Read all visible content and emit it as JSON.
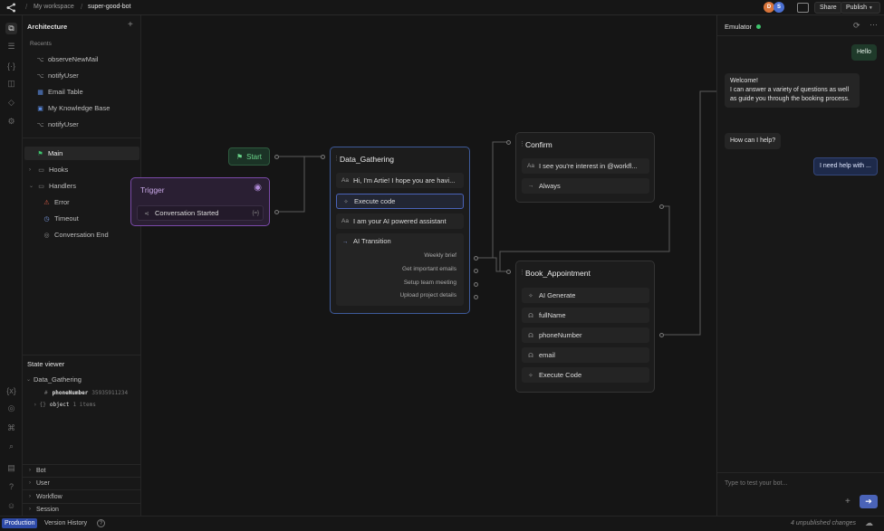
{
  "topbar": {
    "workspace": "My workspace",
    "bot_name": "super-good-bot",
    "avatars": [
      {
        "initial": "D",
        "color": "#d8743a"
      },
      {
        "initial": "S",
        "color": "#4a6fd1"
      }
    ],
    "share_label": "Share",
    "publish_label": "Publish"
  },
  "sidebar": {
    "title": "Architecture",
    "recents_label": "Recents",
    "recents": [
      {
        "label": "observeNewMail",
        "icon": "workflow-icon"
      },
      {
        "label": "notifyUser",
        "icon": "workflow-icon"
      },
      {
        "label": "Email Table",
        "icon": "table-icon"
      },
      {
        "label": "My Knowledge Base",
        "icon": "book-icon"
      },
      {
        "label": "notifyUser",
        "icon": "workflow-icon"
      }
    ],
    "tree": [
      {
        "label": "Main",
        "icon": "flag-icon"
      },
      {
        "label": "Hooks",
        "icon": "folder-icon"
      },
      {
        "label": "Handlers",
        "icon": "folder-icon"
      },
      {
        "label": "Error",
        "icon": "warning-icon"
      },
      {
        "label": "Timeout",
        "icon": "clock-icon"
      },
      {
        "label": "Conversation End",
        "icon": "end-icon"
      }
    ],
    "state_viewer": {
      "title": "State viewer",
      "node": "Data_Gathering",
      "var_name": "phoneNumber",
      "var_value": "35935911234",
      "obj_name": "object",
      "obj_count": "1 items"
    },
    "sections": [
      "Bot",
      "User",
      "Workflow",
      "Session"
    ]
  },
  "canvas": {
    "start_label": "Start",
    "trigger": {
      "title": "Trigger",
      "card": "Conversation Started",
      "badge": "{=}"
    },
    "data_gathering": {
      "title": "Data_Gathering",
      "cards": [
        "Hi, I'm Artie! I hope you are havi...",
        "Execute code",
        "I am your AI powered assistant",
        "AI Transition"
      ],
      "transitions": [
        "Weekly brief",
        "Get important emails",
        "Setup team meeting",
        "Upload project details"
      ]
    },
    "confirm": {
      "title": "Confirm",
      "cards": [
        "I see you're interest in @workfl...",
        "Always"
      ]
    },
    "book_appointment": {
      "title": "Book_Appointment",
      "cards": [
        "AI Generate",
        "fullName",
        "phoneNumber",
        "email",
        "Execute Code"
      ]
    }
  },
  "emulator": {
    "title": "Emulator",
    "status_color": "#3ec46d",
    "messages": [
      {
        "from": "user",
        "text": "Hello"
      },
      {
        "from": "bot",
        "text": "Welcome!\nI can answer a variety of questions as well as guide you through the booking process."
      },
      {
        "from": "bot",
        "text": "How can I help?"
      },
      {
        "from": "user",
        "text": "I need help with ..."
      }
    ],
    "input_placeholder": "Type to test your bot..."
  },
  "status": {
    "env": "Production",
    "history": "Version History",
    "changes": "4 unpublished changes"
  },
  "colors": {
    "accent": "#4a63b8",
    "trigger_bg": "#2a1f33",
    "trigger_border": "#7a4aa8",
    "start_bg": "#1b3326"
  }
}
